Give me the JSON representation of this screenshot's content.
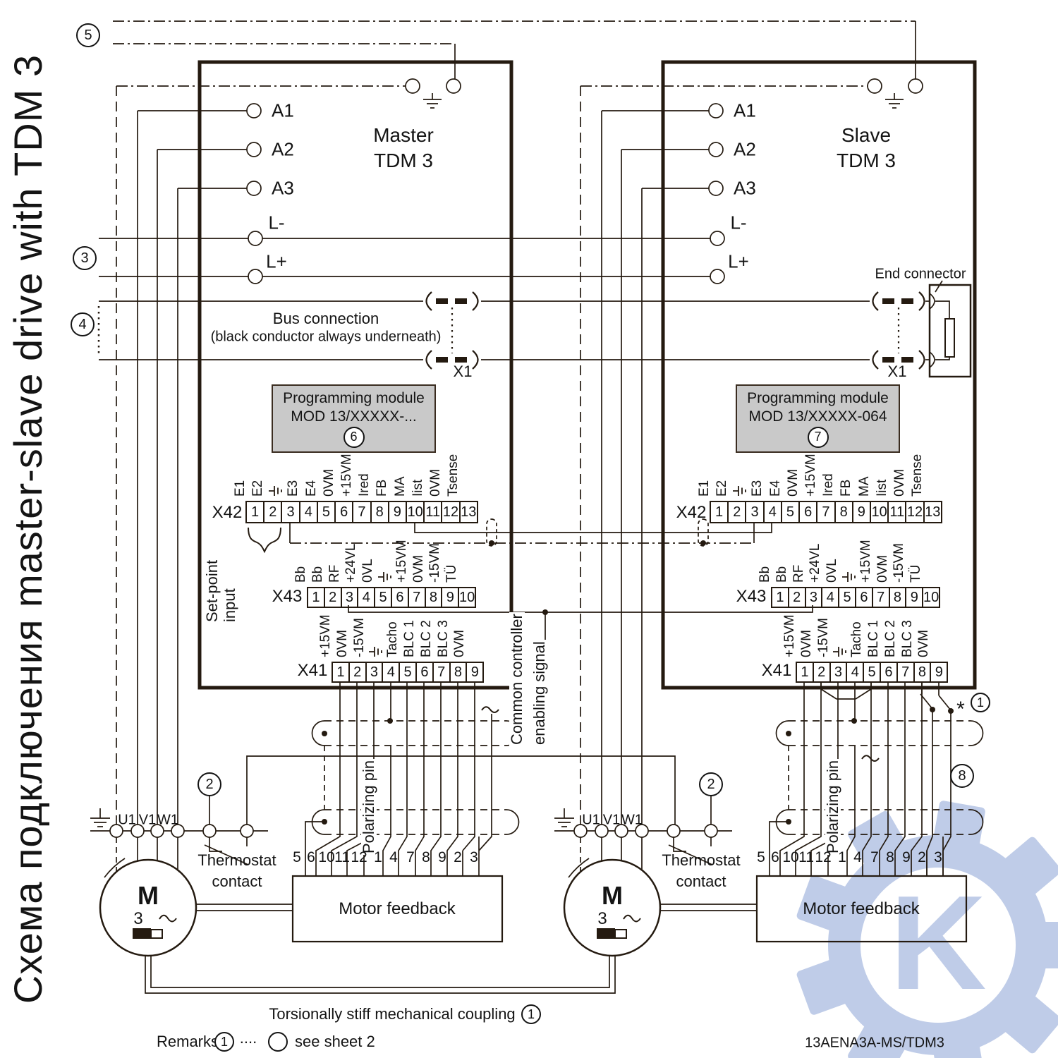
{
  "title": "Схема подключения master-slave drive with TDM 3",
  "master": {
    "name_line1": "Master",
    "name_line2": "TDM 3",
    "a1": "A1",
    "a2": "A2",
    "a3": "A3",
    "lminus": "L-",
    "lplus": "L+",
    "module_line1": "Programming module",
    "module_line2": "MOD 13/XXXXX-...",
    "module_badge": "6",
    "x1": "X1"
  },
  "slave": {
    "name_line1": "Slave",
    "name_line2": "TDM 3",
    "a1": "A1",
    "a2": "A2",
    "a3": "A3",
    "lminus": "L-",
    "lplus": "L+",
    "module_line1": "Programming module",
    "module_line2": "MOD 13/XXXXX-064",
    "module_badge": "7",
    "x1": "X1",
    "end_connector": "End connector"
  },
  "bus": {
    "line1": "Bus connection",
    "line2": "(black conductor always underneath)"
  },
  "strips": {
    "x42": {
      "label": "X42",
      "pins": [
        "1",
        "2",
        "3",
        "4",
        "5",
        "6",
        "7",
        "8",
        "9",
        "10",
        "11",
        "12",
        "13"
      ],
      "signals": [
        "E1",
        "E2",
        "GND",
        "E3",
        "E4",
        "0VM",
        "+15VM",
        "Ired",
        "FB",
        "MA",
        "Iist",
        "0VM",
        "Tsense"
      ]
    },
    "x43": {
      "label": "X43",
      "pins": [
        "1",
        "2",
        "3",
        "4",
        "5",
        "6",
        "7",
        "8",
        "9",
        "10"
      ],
      "signals": [
        "Bb",
        "Bb",
        "RF",
        "+24VL",
        "0VL",
        "GND",
        "+15VM",
        "0VM",
        "-15VM",
        "TÜ"
      ]
    },
    "x41": {
      "label": "X41",
      "pins": [
        "1",
        "2",
        "3",
        "4",
        "5",
        "6",
        "7",
        "8",
        "9"
      ],
      "signals": [
        "+15VM",
        "0VM",
        "-15VM",
        "GND",
        "Tacho",
        "BLC 1",
        "BLC 2",
        "BLC 3",
        "0VM"
      ]
    }
  },
  "labels": {
    "set_point_1": "Set-point",
    "set_point_2": "input",
    "common_1": "Common controller",
    "common_2": "enabling signal",
    "polarizing": "Polarizing pin",
    "thermostat_1": "Thermostat",
    "thermostat_2": "contact",
    "u1": "U1",
    "v1": "V1",
    "w1": "W1",
    "motor_m": "M",
    "motor_3": "3",
    "feedback": "Motor feedback",
    "fb_pins": [
      "5",
      "6",
      "10",
      "11",
      "12",
      "1",
      "4",
      "7",
      "8",
      "9",
      "2",
      "3"
    ],
    "coupling": "Torsionally stiff mechanical coupling",
    "remarks": "Remarks",
    "remarks_dots": "....",
    "see_sheet": "see sheet  2",
    "doc_number": "13AENA3A-MS/TDM3",
    "asterisk": "*"
  },
  "callouts": {
    "c1": "1",
    "c2": "2",
    "c3": "3",
    "c4": "4",
    "c5": "5",
    "c6": "6",
    "c7": "7",
    "c8": "8"
  },
  "watermark": {
    "letter": "K",
    "color": "#bfcce8"
  }
}
